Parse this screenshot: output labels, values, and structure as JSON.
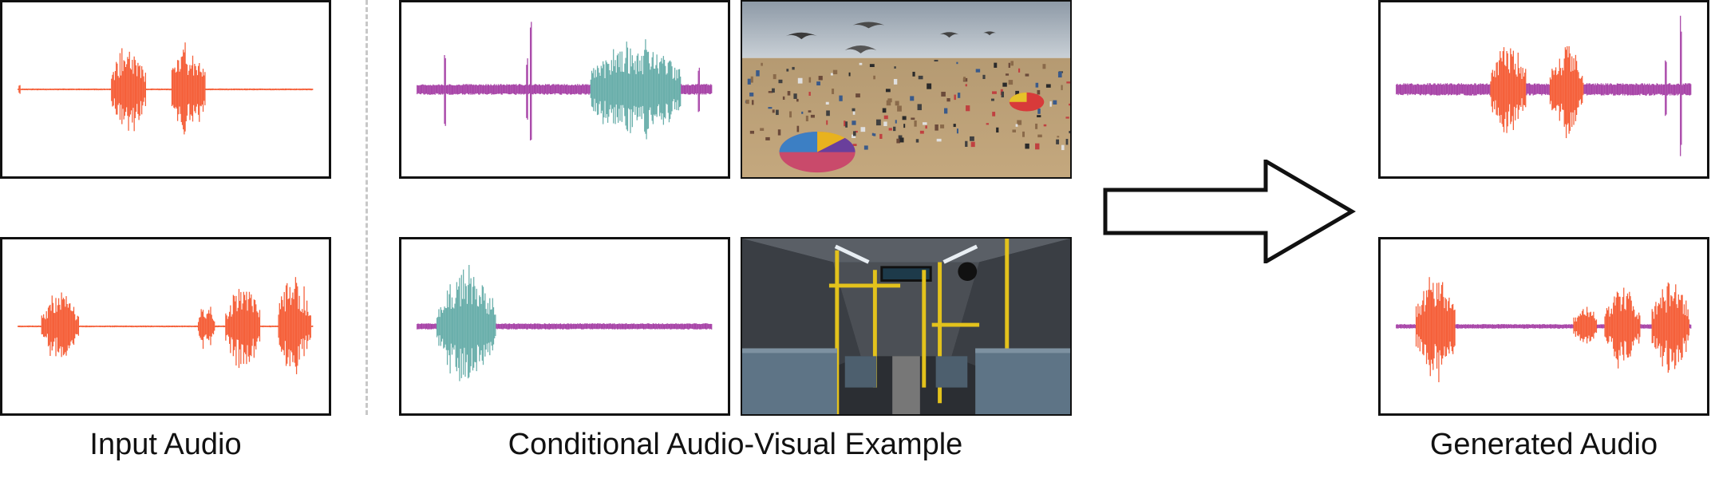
{
  "captions": {
    "input": "Input Audio",
    "conditional": "Conditional Audio-Visual Example",
    "generated": "Generated Audio"
  },
  "colors": {
    "input_wave": "#f5603a",
    "cond_audio": "#a845a8",
    "cond_event": "#6aafab",
    "border": "#111111",
    "divider": "#c8c8c8"
  },
  "images": [
    {
      "scene": "beach-with-seagulls-and-umbrellas"
    },
    {
      "scene": "bus-interior-with-yellow-poles"
    }
  ],
  "icons": [
    "arrow-right-icon"
  ]
}
